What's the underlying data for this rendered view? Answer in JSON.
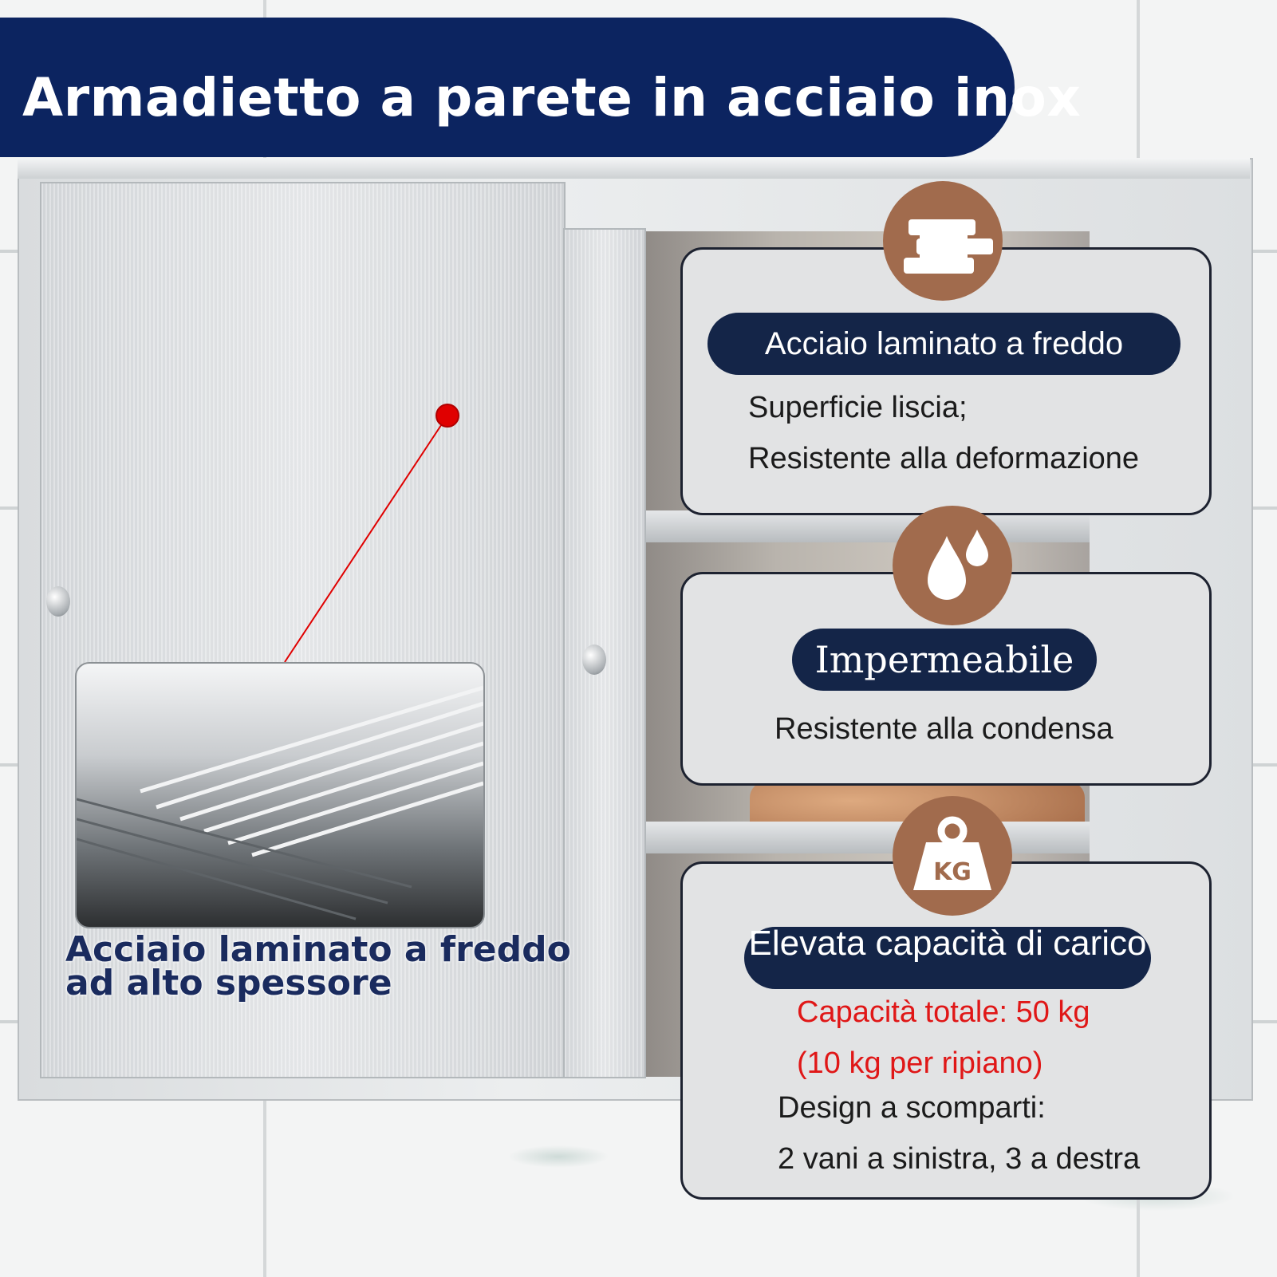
{
  "banner": {
    "title": "Armadietto a parete in acciaio inox"
  },
  "inset": {
    "caption_line1": "Acciaio laminato a freddo",
    "caption_line2": "ad alto spessore"
  },
  "features": [
    {
      "icon": "steel-sheets-icon",
      "title": "Acciaio laminato a freddo",
      "lines": [
        "Superficie liscia;",
        "Resistente alla deformazione"
      ]
    },
    {
      "icon": "water-drops-icon",
      "title": "Impermeabile",
      "lines": [
        "Resistente alla condensa"
      ]
    },
    {
      "icon": "weight-kg-icon",
      "title": "Elevata capacità di carico",
      "highlight_lines": [
        "Capacità totale: 50 kg",
        "(10 kg per ripiano)"
      ],
      "lines": [
        "Design a scomparti:",
        "2 vani a sinistra, 3 a destra"
      ]
    }
  ],
  "icon_text": {
    "weight": "KG"
  },
  "colors": {
    "banner": "#0c2460",
    "pill": "#142548",
    "badge": "#a16b4d",
    "highlight": "#e01717",
    "pointer": "#e00000"
  }
}
